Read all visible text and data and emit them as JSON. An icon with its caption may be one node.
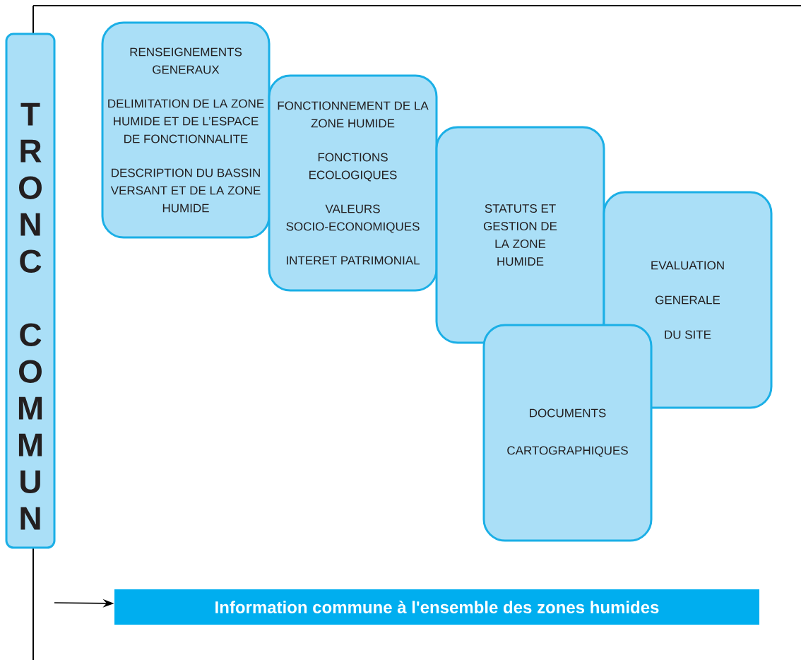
{
  "diagram": {
    "nodes": [
      {
        "text": [
          "TRONC COMMUN"
        ]
      },
      {
        "text": [
          "RENSEIGNEMENTS GENERAUX",
          "DELIMITATION DE LA ZONE HUMIDE ET DE L’ESPACE DE FONCTIONNALITE",
          "DESCRIPTION DU BASSIN VERSANT ET DE LA ZONE HUMIDE"
        ]
      },
      {
        "text": [
          "FONCTIONNEMENT DE LA ZONE HUMIDE",
          "FONCTIONS ECOLOGIQUES",
          "VALEURS SOCIO-ECONOMIQUES",
          "INTERET PATRIMONIAL"
        ]
      },
      {
        "text": [
          "STATUTS ET GESTION DE LA ZONE HUMIDE"
        ]
      },
      {
        "text": [
          "EVALUATION",
          "GENERALE",
          "DU SITE"
        ]
      },
      {
        "text": [
          "DOCUMENTS",
          "CARTOGRAPHIQUES"
        ]
      },
      {
        "text": [
          "Information commune à l'ensemble des zones humides"
        ]
      }
    ],
    "edges": [
      {
        "from": null,
        "to": 6,
        "arrow": "to"
      }
    ]
  }
}
